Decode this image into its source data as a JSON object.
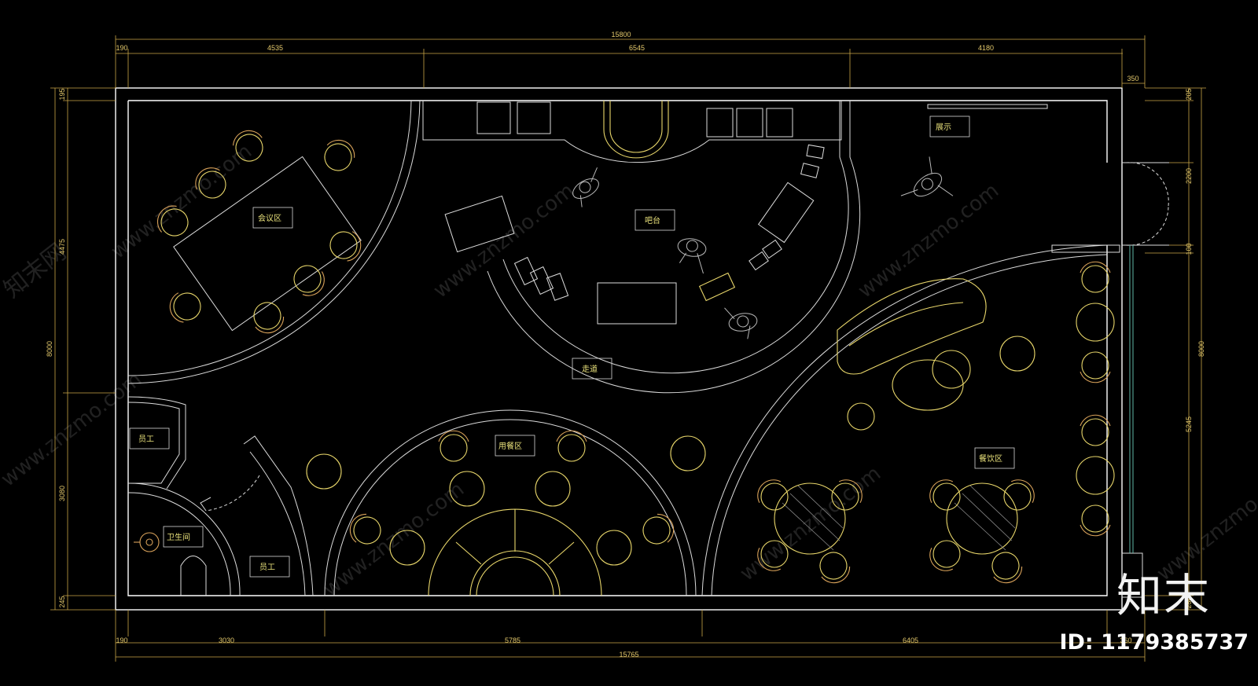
{
  "dimensions": {
    "top_total": "15800",
    "top_segments": [
      "190",
      "4535",
      "6545",
      "4180"
    ],
    "top_right_offset": "350",
    "bottom_segments": [
      "190",
      "3030",
      "5785",
      "6405",
      "360"
    ],
    "bottom_total": "15765",
    "left_total": "8000",
    "left_segments": [
      "195",
      "4475",
      "3080",
      "245"
    ],
    "right_total": "8000",
    "right_segments": [
      "205",
      "2200",
      "100",
      "5245",
      "250"
    ]
  },
  "rooms": {
    "meeting": "会议区",
    "bar": "吧台",
    "display": "展示",
    "corridor": "走道",
    "staff_top": "员工",
    "restroom": "卫生间",
    "staff_bottom": "员工",
    "dining": "用餐区",
    "lounge": "餐饮区"
  },
  "watermark": {
    "site": "www.znzmo.com",
    "cn": "知末网"
  },
  "brand": {
    "logo": "知末",
    "id": "ID: 1179385737"
  },
  "colors": {
    "background": "#000000",
    "wall": "#ffffff",
    "furniture": "#e8d66a",
    "dimension": "#c9a648"
  }
}
